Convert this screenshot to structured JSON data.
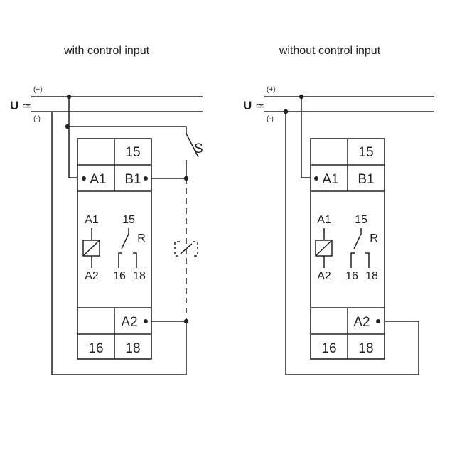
{
  "panels": [
    {
      "title": "with control input",
      "supply": {
        "symbol": "U",
        "ac": "≃",
        "plus": "(+)",
        "minus": "(-)"
      },
      "terminals": {
        "t15": "15",
        "a1": "A1",
        "b1": "B1",
        "a2": "A2",
        "t16": "16",
        "t18": "18"
      },
      "symbols": {
        "a1": "A1",
        "a2": "A2",
        "c15": "15",
        "r": "R",
        "c16": "16",
        "c18": "18"
      },
      "switch_label": "S"
    },
    {
      "title": "without control input",
      "supply": {
        "symbol": "U",
        "ac": "≃",
        "plus": "(+)",
        "minus": "(-)"
      },
      "terminals": {
        "t15": "15",
        "a1": "A1",
        "b1": "B1",
        "a2": "A2",
        "t16": "16",
        "t18": "18"
      },
      "symbols": {
        "a1": "A1",
        "a2": "A2",
        "c15": "15",
        "r": "R",
        "c16": "16",
        "c18": "18"
      }
    }
  ]
}
